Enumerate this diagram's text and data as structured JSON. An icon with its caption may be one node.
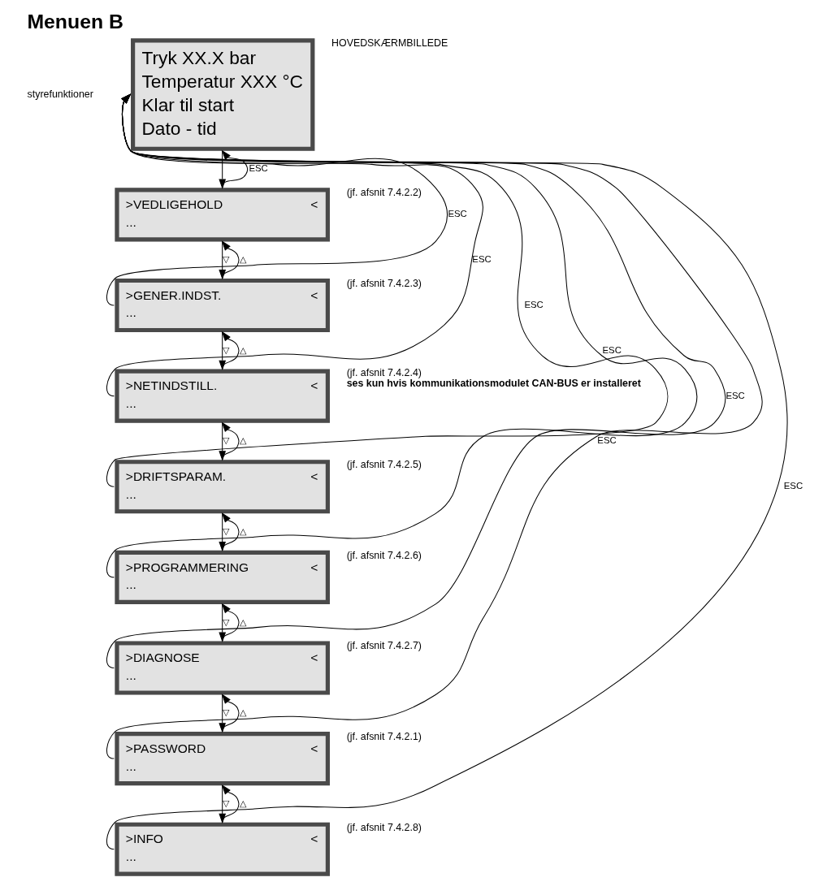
{
  "diagram": {
    "title": "Menuen B",
    "nodes": [
      {
        "text": [
          "Tryk XX.X bar",
          "Temperatur XXX °C",
          "Klar til start",
          "Dato - tid"
        ],
        "beside": [
          "HOVEDSKÆRMBILLEDE"
        ]
      },
      {
        "text": [
          ">VEDLIGEHOLD",
          "<",
          "..."
        ],
        "beside": [
          "(jf. afsnit 7.4.2.2)"
        ]
      },
      {
        "text": [
          ">GENER.INDST.",
          "<",
          "..."
        ],
        "beside": [
          "(jf. afsnit 7.4.2.3)"
        ]
      },
      {
        "text": [
          ">NETINDSTILL.",
          "<",
          "..."
        ],
        "beside": [
          "(jf. afsnit 7.4.2.4)",
          "ses kun hvis kommunikationsmodulet CAN-BUS er installeret"
        ]
      },
      {
        "text": [
          ">DRIFTSPARAM.",
          "<",
          "..."
        ],
        "beside": [
          "(jf. afsnit 7.4.2.5)"
        ]
      },
      {
        "text": [
          ">PROGRAMMERING",
          "<",
          "..."
        ],
        "beside": [
          "(jf. afsnit 7.4.2.6)"
        ]
      },
      {
        "text": [
          ">DIAGNOSE",
          "<",
          "..."
        ],
        "beside": [
          "(jf. afsnit 7.4.2.7)"
        ]
      },
      {
        "text": [
          ">PASSWORD",
          "<",
          "..."
        ],
        "beside": [
          "(jf. afsnit 7.4.2.1)"
        ]
      },
      {
        "text": [
          ">INFO",
          "<",
          "..."
        ],
        "beside": [
          "(jf. afsnit 7.4.2.8)"
        ]
      }
    ],
    "edges": [
      {
        "from": 0,
        "to": 1,
        "arrow": "to"
      },
      {
        "from": 1,
        "to": 0,
        "arrow": "to",
        "label": "ESC"
      },
      {
        "from": 1,
        "to": 2,
        "arrow": "to",
        "label": "▽"
      },
      {
        "from": 2,
        "to": 1,
        "arrow": "to",
        "label": "△"
      },
      {
        "from": 2,
        "to": 0,
        "arrow": "to",
        "label": "ESC"
      },
      {
        "from": 2,
        "to": 3,
        "arrow": "to",
        "label": "▽"
      },
      {
        "from": 3,
        "to": 2,
        "arrow": "to",
        "label": "△"
      },
      {
        "from": 3,
        "to": 0,
        "arrow": "to",
        "label": "ESC"
      },
      {
        "from": 3,
        "to": 4,
        "arrow": "to",
        "label": "▽"
      },
      {
        "from": 4,
        "to": 3,
        "arrow": "to",
        "label": "△"
      },
      {
        "from": 4,
        "to": 0,
        "arrow": "to",
        "label": "ESC"
      },
      {
        "from": 4,
        "to": 5,
        "arrow": "to",
        "label": "▽"
      },
      {
        "from": 5,
        "to": 4,
        "arrow": "to",
        "label": "△"
      },
      {
        "from": 5,
        "to": 0,
        "arrow": "to",
        "label": "ESC"
      },
      {
        "from": 5,
        "to": 6,
        "arrow": "to",
        "label": "▽"
      },
      {
        "from": 6,
        "to": 5,
        "arrow": "to",
        "label": "△"
      },
      {
        "from": 6,
        "to": 0,
        "arrow": "to",
        "label": "ESC"
      },
      {
        "from": 6,
        "to": 7,
        "arrow": "to",
        "label": "▽"
      },
      {
        "from": 7,
        "to": 6,
        "arrow": "to",
        "label": "△"
      },
      {
        "from": 7,
        "to": 0,
        "arrow": "to",
        "label": "ESC"
      },
      {
        "from": 7,
        "to": 8,
        "arrow": "to",
        "label": "▽"
      },
      {
        "from": 8,
        "to": 7,
        "arrow": "to",
        "label": "△"
      },
      {
        "from": 8,
        "to": 0,
        "arrow": "to",
        "label": "ESC"
      }
    ],
    "labels": [
      "styrefunktioner"
    ]
  }
}
